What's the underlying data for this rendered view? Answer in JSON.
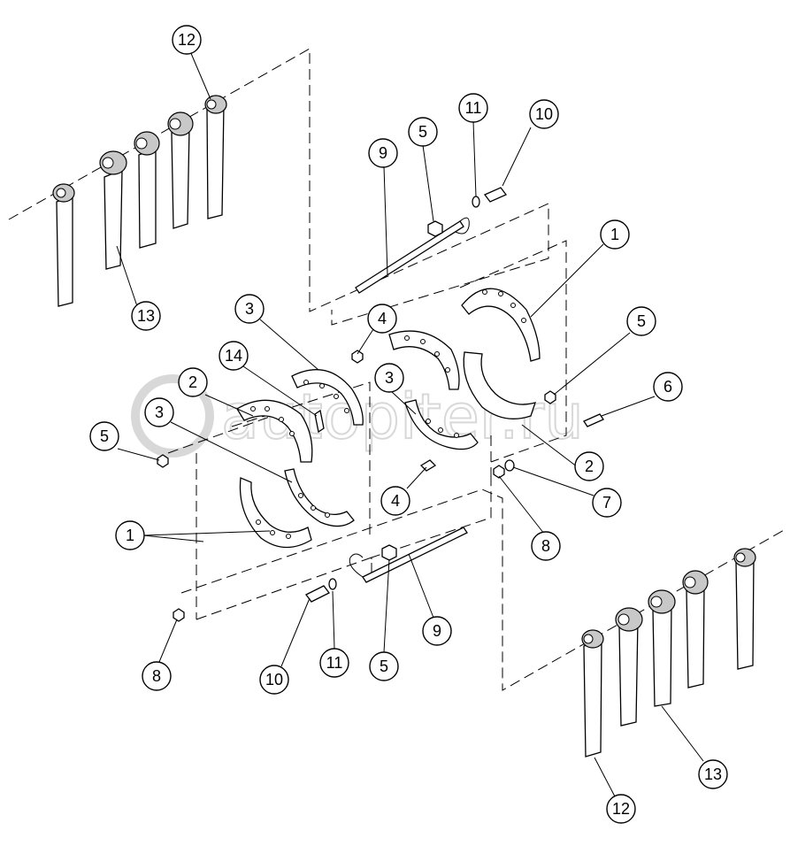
{
  "watermark": "autopiter.ru",
  "callouts": [
    {
      "id": "c12a",
      "label": "12"
    },
    {
      "id": "c13a",
      "label": "13"
    },
    {
      "id": "c9a",
      "label": "9"
    },
    {
      "id": "c5a",
      "label": "5"
    },
    {
      "id": "c11a",
      "label": "11"
    },
    {
      "id": "c10a",
      "label": "10"
    },
    {
      "id": "c1a",
      "label": "1"
    },
    {
      "id": "c3a",
      "label": "3"
    },
    {
      "id": "c4a",
      "label": "4"
    },
    {
      "id": "c5b",
      "label": "5"
    },
    {
      "id": "c14",
      "label": "14"
    },
    {
      "id": "c2a",
      "label": "2"
    },
    {
      "id": "c3b",
      "label": "3"
    },
    {
      "id": "c6",
      "label": "6"
    },
    {
      "id": "c3c",
      "label": "3"
    },
    {
      "id": "c5c",
      "label": "5"
    },
    {
      "id": "c2b",
      "label": "2"
    },
    {
      "id": "c7",
      "label": "7"
    },
    {
      "id": "c4b",
      "label": "4"
    },
    {
      "id": "c8a",
      "label": "8"
    },
    {
      "id": "c1b",
      "label": "1"
    },
    {
      "id": "c9b",
      "label": "9"
    },
    {
      "id": "c8b",
      "label": "8"
    },
    {
      "id": "c10b",
      "label": "10"
    },
    {
      "id": "c11b",
      "label": "11"
    },
    {
      "id": "c5d",
      "label": "5"
    },
    {
      "id": "c13b",
      "label": "13"
    },
    {
      "id": "c12b",
      "label": "12"
    }
  ]
}
